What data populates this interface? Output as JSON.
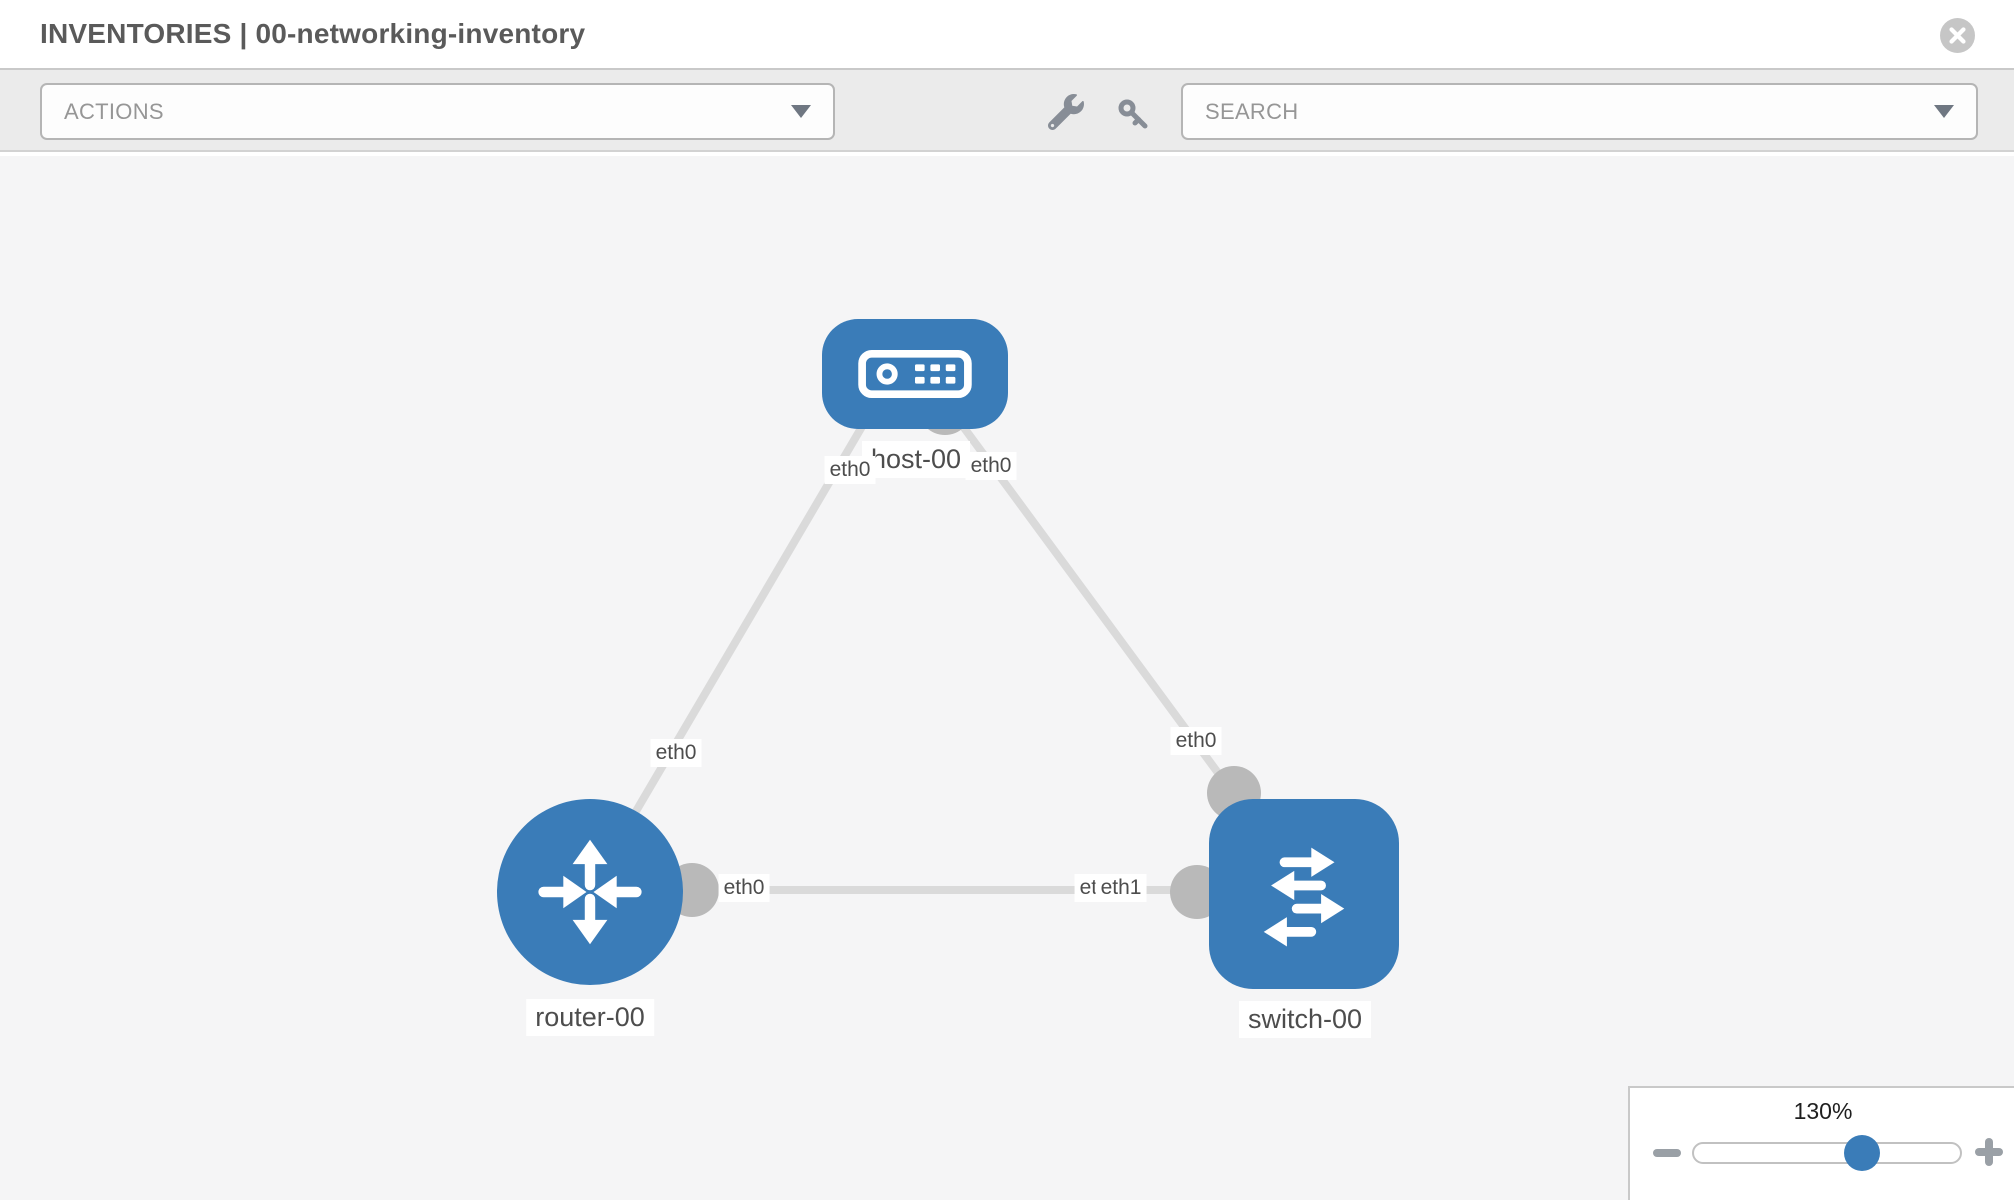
{
  "header": {
    "title": "INVENTORIES | 00-networking-inventory",
    "close_icon": "circle-x"
  },
  "toolbar": {
    "actions_label": "ACTIONS",
    "search_label": "SEARCH",
    "icons": [
      "wrench-icon",
      "key-icon"
    ]
  },
  "diagram": {
    "nodes": [
      {
        "id": "host-00",
        "label": "host-00",
        "type": "host"
      },
      {
        "id": "router-00",
        "label": "router-00",
        "type": "router"
      },
      {
        "id": "switch-00",
        "label": "switch-00",
        "type": "switch"
      }
    ],
    "links": [
      {
        "from": "host-00",
        "to": "router-00",
        "from_iface": "eth0",
        "to_iface": "eth0"
      },
      {
        "from": "host-00",
        "to": "switch-00",
        "from_iface": "eth0",
        "to_iface": "eth0"
      },
      {
        "from": "router-00",
        "to": "switch-00",
        "from_iface": "eth0",
        "to_iface": "eth1"
      }
    ],
    "iface_labels": [
      {
        "link": "host-00 - router-00",
        "end": "host-00",
        "text": "eth0"
      },
      {
        "link": "host-00 - router-00",
        "end": "router-00",
        "text": "eth0"
      },
      {
        "link": "host-00 - switch-00",
        "end": "host-00",
        "text": "eth0"
      },
      {
        "link": "host-00 - switch-00",
        "end": "switch-00",
        "text": "eth0"
      },
      {
        "link": "router-00 - switch-00",
        "end": "router-00",
        "text": "eth0"
      },
      {
        "link": "router-00 - switch-00",
        "end": "switch-00",
        "text": "eth0"
      },
      {
        "link": "router-00 - switch-00",
        "end": "switch-00",
        "text": "eth1"
      }
    ],
    "colors": {
      "node_blue": "#3a7cb8",
      "port_gray": "#b9b9b9",
      "link_gray": "#dadada",
      "canvas_bg": "#f5f5f6"
    }
  },
  "zoom_panel": {
    "value_label": "130%",
    "zoom_percent": 130,
    "minus_icon": "minus",
    "plus_icon": "plus"
  }
}
